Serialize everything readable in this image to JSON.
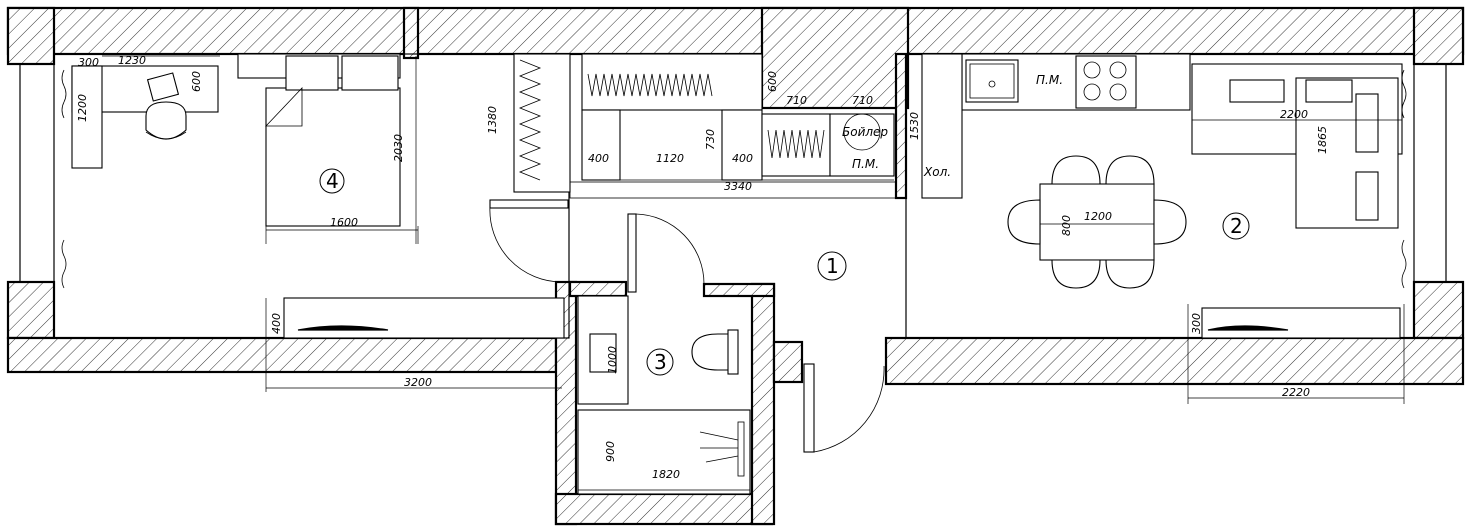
{
  "rooms": [
    {
      "number": "1"
    },
    {
      "number": "2"
    },
    {
      "number": "3"
    },
    {
      "number": "4"
    }
  ],
  "labels": {
    "boiler": "Бойлер",
    "pm_closet": "П.М.",
    "pm_kitchen": "П.М.",
    "fridge": "Хол."
  },
  "dimensions": {
    "desk_depth": "300",
    "desk_width": "1230",
    "desk_h600": "600",
    "desk_len": "1200",
    "bed_len": "2030",
    "bed_width": "1600",
    "wardrobe_1380": "1380",
    "shelf_400a": "400",
    "shelf_1120": "1120",
    "shelf_730": "730",
    "shelf_400b": "400",
    "closet_3340": "3340",
    "closet_600": "600",
    "closet_710a": "710",
    "closet_710b": "710",
    "kitchen_1530": "1530",
    "sofa_2200": "2200",
    "sofa_1865": "1865",
    "table_1200": "1200",
    "table_800": "800",
    "radiator_400": "400",
    "wall_3200": "3200",
    "sink_1000": "1000",
    "bath_900": "900",
    "bath_1820": "1820",
    "radiator_300": "300",
    "wall_2220": "2220"
  }
}
